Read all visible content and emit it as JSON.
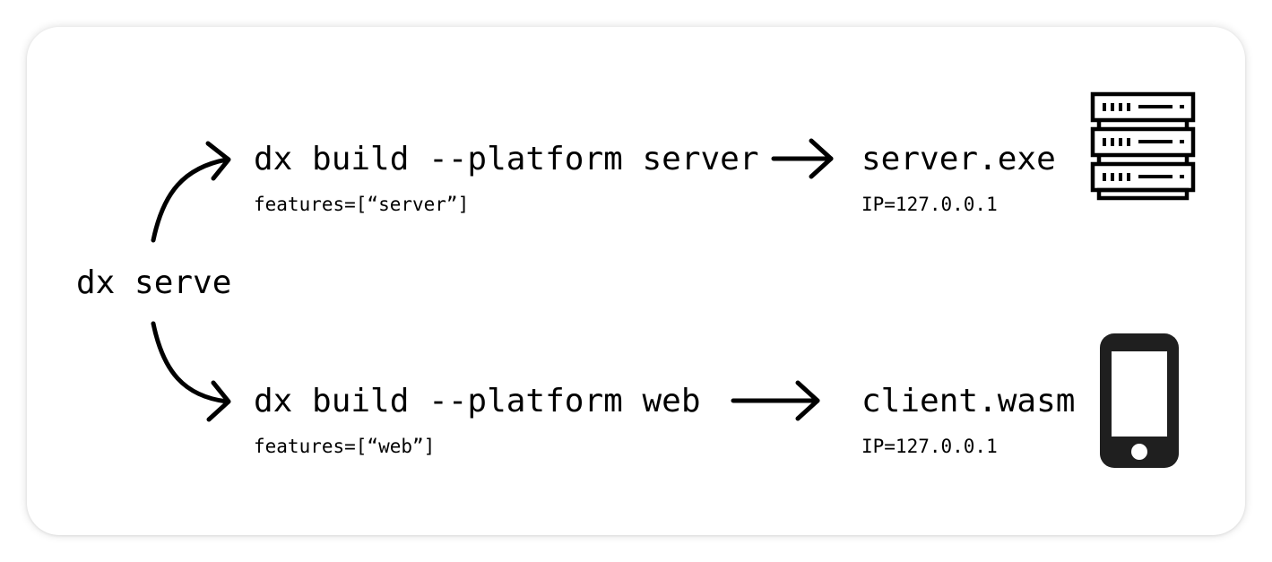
{
  "source": {
    "command": "dx serve"
  },
  "server_branch": {
    "command": "dx build --platform server",
    "features": "features=[“server”]",
    "output": "server.exe",
    "ip": "IP=127.0.0.1",
    "icon": "server-rack-icon"
  },
  "web_branch": {
    "command": "dx build --platform web",
    "features": "features=[“web”]",
    "output": "client.wasm",
    "ip": "IP=127.0.0.1",
    "icon": "smartphone-icon"
  },
  "colors": {
    "ink": "#000000",
    "phone": "#1f1f1f",
    "background": "#ffffff"
  }
}
